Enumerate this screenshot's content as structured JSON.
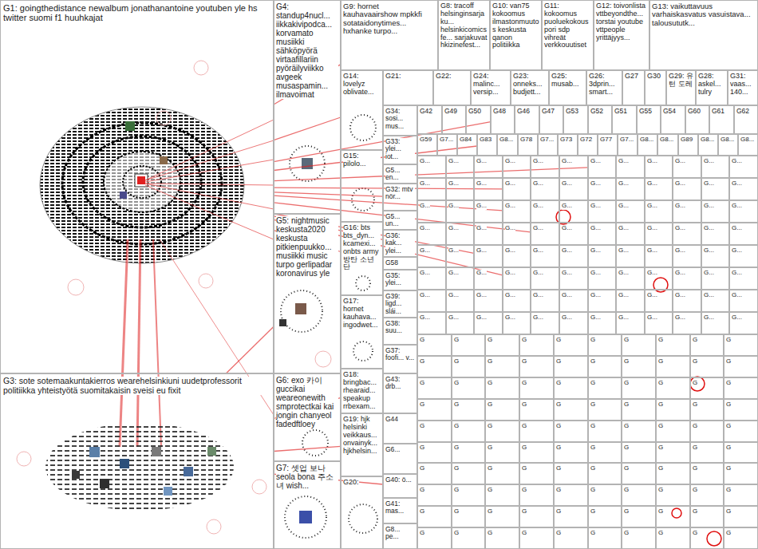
{
  "diagram": {
    "nodes": [
      {
        "text": [
          "G1: goingthedistance newalbum jonathanantoine youtuben yle hs twitter suomi f1 huuhkajat"
        ]
      },
      {
        "text": [
          "G3: sote sotemaakuntakierros wearehelsinkiuni uudetprofessorit politiikka yhteistyötä suomitakaisin sveisi eu fixit"
        ]
      },
      {
        "text": [
          "G4: standup4nucl... iikkakivipodca... korvamato musiikki sähköpyörä virtaafillariin pyöräilyviikko avgeek musaspamin... ilmavoimat"
        ]
      },
      {
        "text": [
          "G5: nightmusic keskusta2020 keskusta pitkienpuukko... musiikki music turpo gerlipadar koronavirus yle"
        ]
      },
      {
        "text": [
          "G6: exo 카이 guccikai weareonewith smprotectkai kai jongin chanyeol fadedftloey"
        ]
      },
      {
        "text": [
          "G7: 셋업 보나 seola bona 주소녀 wish..."
        ]
      },
      {
        "text": [
          "G9: hornet kauhavaairshow mpkkfi sotataidonytimes... hxhanke turpo..."
        ]
      },
      {
        "text": [
          "G8: tracoff helsinginsarjaku... helsinkicomicsfe... sarjakuvat hkizinefest..."
        ]
      },
      {
        "text": [
          "G10: van75 kokoomus ilmastonmuutos keskusta qanon politiikka"
        ]
      },
      {
        "text": [
          "G11: kokoomus puoluekokous pori sdp vihreät verkkouutiset"
        ]
      },
      {
        "text": [
          "G12: toivonlista vttbeyondthe... torstai youtube vttpeople yrittäjyys..."
        ]
      },
      {
        "text": [
          "G13: vaikuttavuus varhaiskasvatus vasuistava... talousututk..."
        ]
      },
      {
        "text": [
          "G14: lovelyz oblivate..."
        ]
      },
      {
        "text": [
          "G15: pilolo..."
        ]
      },
      {
        "text": [
          "G16: bts bts_dyn... kcamexi... onbts army 방탄 소년단"
        ]
      },
      {
        "text": [
          "G17: hornet kauhava... ingodwet..."
        ]
      },
      {
        "text": [
          "G18: bringbac... rhearaid... speakup rrbexam..."
        ]
      },
      {
        "text": [
          "G19: hjk helsinki veikkaus... onvainyk... hjkhelsin..."
        ]
      },
      {
        "text": [
          "G20:"
        ]
      },
      {
        "text": [
          "G21:"
        ]
      },
      {
        "text": [
          "G22:"
        ]
      },
      {
        "text": [
          "G24: malinc... versip..."
        ]
      },
      {
        "text": [
          "G23: onneks... budjett..."
        ]
      },
      {
        "text": [
          "G25: musab..."
        ]
      },
      {
        "text": [
          "G26: 3dprin... smart..."
        ]
      },
      {
        "text": [
          "G27"
        ]
      },
      {
        "text": [
          "G30"
        ]
      },
      {
        "text": [
          "G29: 유턴 도레"
        ]
      },
      {
        "text": [
          "G28: askel... tulry"
        ]
      },
      {
        "text": [
          "G31: vaas... 140..."
        ]
      },
      {
        "text": [
          "G34: sosi... mus..."
        ]
      },
      {
        "text": [
          "G33: ylei... iot..."
        ]
      },
      {
        "text": [
          "G5... en..."
        ]
      },
      {
        "text": [
          "G32: mtv nör..."
        ]
      },
      {
        "text": [
          "G5... un..."
        ]
      },
      {
        "text": [
          "G36: kak... ylei..."
        ]
      },
      {
        "text": [
          "G58"
        ]
      },
      {
        "text": [
          "G35: ylei..."
        ]
      },
      {
        "text": [
          "G39: ligd... slái..."
        ]
      },
      {
        "text": [
          "G38: suu..."
        ]
      },
      {
        "text": [
          "G37: foofi... v..."
        ]
      },
      {
        "text": [
          "G43: drb..."
        ]
      },
      {
        "text": [
          "G44"
        ]
      },
      {
        "text": [
          "G6..."
        ]
      },
      {
        "text": [
          "G40: ö..."
        ]
      },
      {
        "text": [
          "G41: mas..."
        ]
      },
      {
        "text": [
          "G8... pe..."
        ]
      },
      {
        "text": [
          "G42"
        ]
      },
      {
        "text": [
          "G49"
        ]
      },
      {
        "text": [
          "G50"
        ]
      },
      {
        "text": [
          "G48"
        ]
      },
      {
        "text": [
          "G46"
        ]
      },
      {
        "text": [
          "G47"
        ]
      },
      {
        "text": [
          "G53"
        ]
      },
      {
        "text": [
          "G52"
        ]
      },
      {
        "text": [
          "G51"
        ]
      },
      {
        "text": [
          "G55"
        ]
      },
      {
        "text": [
          "G54"
        ]
      },
      {
        "text": [
          "G60"
        ]
      },
      {
        "text": [
          "G61"
        ]
      },
      {
        "text": [
          "G62"
        ]
      },
      {
        "text": [
          "G59"
        ]
      },
      {
        "text": [
          "G7..."
        ]
      },
      {
        "text": [
          "G84"
        ]
      },
      {
        "text": [
          "G83"
        ]
      },
      {
        "text": [
          "G8..."
        ]
      },
      {
        "text": [
          "G78"
        ]
      },
      {
        "text": [
          "G7..."
        ]
      },
      {
        "text": [
          "G73"
        ]
      },
      {
        "text": [
          "G72"
        ]
      },
      {
        "text": [
          "G77"
        ]
      },
      {
        "text": [
          "G7..."
        ]
      },
      {
        "text": [
          "G8..."
        ]
      },
      {
        "text": [
          "G8..."
        ]
      },
      {
        "text": [
          "G89"
        ]
      },
      {
        "text": [
          "G8..."
        ]
      },
      {
        "text": [
          "G8..."
        ]
      },
      {
        "text": [
          "G8..."
        ]
      },
      {
        "text": [
          "G..."
        ]
      },
      {
        "text": [
          "G..."
        ]
      },
      {
        "text": [
          "G..."
        ]
      },
      {
        "text": [
          "G..."
        ]
      },
      {
        "text": [
          "G..."
        ]
      },
      {
        "text": [
          "G..."
        ]
      },
      {
        "text": [
          "G..."
        ]
      },
      {
        "text": [
          "G..."
        ]
      },
      {
        "text": [
          "G..."
        ]
      },
      {
        "text": [
          "G..."
        ]
      },
      {
        "text": [
          "G..."
        ]
      },
      {
        "text": [
          "G..."
        ]
      },
      {
        "text": [
          "G..."
        ]
      },
      {
        "text": [
          "G..."
        ]
      },
      {
        "text": [
          "G..."
        ]
      },
      {
        "text": [
          "G..."
        ]
      },
      {
        "text": [
          "G..."
        ]
      },
      {
        "text": [
          "G..."
        ]
      },
      {
        "text": [
          "G..."
        ]
      },
      {
        "text": [
          "G..."
        ]
      },
      {
        "text": [
          "G..."
        ]
      },
      {
        "text": [
          "G..."
        ]
      },
      {
        "text": [
          "G..."
        ]
      },
      {
        "text": [
          "G..."
        ]
      },
      {
        "text": [
          "G..."
        ]
      },
      {
        "text": [
          "G..."
        ]
      },
      {
        "text": [
          "G..."
        ]
      },
      {
        "text": [
          "G..."
        ]
      },
      {
        "text": [
          "G..."
        ]
      },
      {
        "text": [
          "G..."
        ]
      },
      {
        "text": [
          "G..."
        ]
      },
      {
        "text": [
          "G..."
        ]
      },
      {
        "text": [
          "G..."
        ]
      },
      {
        "text": [
          "G..."
        ]
      },
      {
        "text": [
          "G..."
        ]
      },
      {
        "text": [
          "G..."
        ]
      },
      {
        "text": [
          "G..."
        ]
      },
      {
        "text": [
          "G..."
        ]
      },
      {
        "text": [
          "G..."
        ]
      },
      {
        "text": [
          "G..."
        ]
      },
      {
        "text": [
          "G..."
        ]
      },
      {
        "text": [
          "G..."
        ]
      },
      {
        "text": [
          "G..."
        ]
      },
      {
        "text": [
          "G..."
        ]
      },
      {
        "text": [
          "G..."
        ]
      },
      {
        "text": [
          "G..."
        ]
      },
      {
        "text": [
          "G..."
        ]
      },
      {
        "text": [
          "G..."
        ]
      },
      {
        "text": [
          "G..."
        ]
      },
      {
        "text": [
          "G..."
        ]
      },
      {
        "text": [
          "G..."
        ]
      },
      {
        "text": [
          "G..."
        ]
      },
      {
        "text": [
          "G..."
        ]
      },
      {
        "text": [
          "G..."
        ]
      },
      {
        "text": [
          "G..."
        ]
      },
      {
        "text": [
          "G..."
        ]
      },
      {
        "text": [
          "G..."
        ]
      },
      {
        "text": [
          "G..."
        ]
      },
      {
        "text": [
          "G..."
        ]
      },
      {
        "text": [
          "G..."
        ]
      },
      {
        "text": [
          "G..."
        ]
      },
      {
        "text": [
          "G..."
        ]
      },
      {
        "text": [
          "G..."
        ]
      },
      {
        "text": [
          "G..."
        ]
      },
      {
        "text": [
          "G..."
        ]
      },
      {
        "text": [
          "G..."
        ]
      },
      {
        "text": [
          "G..."
        ]
      },
      {
        "text": [
          "G..."
        ]
      },
      {
        "text": [
          "G..."
        ]
      },
      {
        "text": [
          "G..."
        ]
      },
      {
        "text": [
          "G..."
        ]
      },
      {
        "text": [
          "G..."
        ]
      },
      {
        "text": [
          "G..."
        ]
      },
      {
        "text": [
          "G..."
        ]
      },
      {
        "text": [
          "G..."
        ]
      },
      {
        "text": [
          "G..."
        ]
      },
      {
        "text": [
          "G..."
        ]
      },
      {
        "text": [
          "G..."
        ]
      },
      {
        "text": [
          "G..."
        ]
      },
      {
        "text": [
          "G..."
        ]
      },
      {
        "text": [
          "G..."
        ]
      },
      {
        "text": [
          "G..."
        ]
      },
      {
        "text": [
          "G..."
        ]
      },
      {
        "text": [
          "G..."
        ]
      },
      {
        "text": [
          "G..."
        ]
      },
      {
        "text": [
          "G..."
        ]
      },
      {
        "text": [
          "G..."
        ]
      },
      {
        "text": [
          "G..."
        ]
      },
      {
        "text": [
          "G..."
        ]
      },
      {
        "text": [
          "G..."
        ]
      },
      {
        "text": [
          "G..."
        ]
      },
      {
        "text": [
          "G..."
        ]
      },
      {
        "text": [
          "G..."
        ]
      },
      {
        "text": [
          "G..."
        ]
      },
      {
        "text": [
          "G..."
        ]
      },
      {
        "text": [
          "G..."
        ]
      },
      {
        "text": [
          "G"
        ]
      },
      {
        "text": [
          "G"
        ]
      },
      {
        "text": [
          "G"
        ]
      },
      {
        "text": [
          "G"
        ]
      },
      {
        "text": [
          "G"
        ]
      },
      {
        "text": [
          "G"
        ]
      },
      {
        "text": [
          "G"
        ]
      },
      {
        "text": [
          "G"
        ]
      },
      {
        "text": [
          "G"
        ]
      },
      {
        "text": [
          "G"
        ]
      },
      {
        "text": [
          "G"
        ]
      },
      {
        "text": [
          "G"
        ]
      },
      {
        "text": [
          "G"
        ]
      },
      {
        "text": [
          "G"
        ]
      },
      {
        "text": [
          "G"
        ]
      },
      {
        "text": [
          "G"
        ]
      },
      {
        "text": [
          "G"
        ]
      },
      {
        "text": [
          "G"
        ]
      },
      {
        "text": [
          "G"
        ]
      },
      {
        "text": [
          "G"
        ]
      },
      {
        "text": [
          "G"
        ]
      },
      {
        "text": [
          "G"
        ]
      },
      {
        "text": [
          "G"
        ]
      },
      {
        "text": [
          "G"
        ]
      },
      {
        "text": [
          "G"
        ]
      },
      {
        "text": [
          "G"
        ]
      },
      {
        "text": [
          "G"
        ]
      },
      {
        "text": [
          "G"
        ]
      },
      {
        "text": [
          "G"
        ]
      },
      {
        "text": [
          "G"
        ]
      },
      {
        "text": [
          "G"
        ]
      },
      {
        "text": [
          "G"
        ]
      },
      {
        "text": [
          "G"
        ]
      },
      {
        "text": [
          "G"
        ]
      },
      {
        "text": [
          "G"
        ]
      },
      {
        "text": [
          "G"
        ]
      },
      {
        "text": [
          "G"
        ]
      },
      {
        "text": [
          "G"
        ]
      },
      {
        "text": [
          "G"
        ]
      },
      {
        "text": [
          "G"
        ]
      },
      {
        "text": [
          "G"
        ]
      },
      {
        "text": [
          "G"
        ]
      },
      {
        "text": [
          "G"
        ]
      },
      {
        "text": [
          "G"
        ]
      },
      {
        "text": [
          "G"
        ]
      },
      {
        "text": [
          "G"
        ]
      },
      {
        "text": [
          "G"
        ]
      },
      {
        "text": [
          "G"
        ]
      },
      {
        "text": [
          "G"
        ]
      },
      {
        "text": [
          "G"
        ]
      },
      {
        "text": [
          "G"
        ]
      },
      {
        "text": [
          "G"
        ]
      },
      {
        "text": [
          "G"
        ]
      },
      {
        "text": [
          "G"
        ]
      },
      {
        "text": [
          "G"
        ]
      },
      {
        "text": [
          "G"
        ]
      },
      {
        "text": [
          "G"
        ]
      },
      {
        "text": [
          "G"
        ]
      },
      {
        "text": [
          "G"
        ]
      },
      {
        "text": [
          "G"
        ]
      },
      {
        "text": [
          "G"
        ]
      },
      {
        "text": [
          "G"
        ]
      },
      {
        "text": [
          "G"
        ]
      },
      {
        "text": [
          "G"
        ]
      },
      {
        "text": [
          "G"
        ]
      },
      {
        "text": [
          "G"
        ]
      },
      {
        "text": [
          "G"
        ]
      },
      {
        "text": [
          "G"
        ]
      },
      {
        "text": [
          "G"
        ]
      },
      {
        "text": [
          "G"
        ]
      },
      {
        "text": [
          "G"
        ]
      },
      {
        "text": [
          "G"
        ]
      },
      {
        "text": [
          "G"
        ]
      },
      {
        "text": [
          "G"
        ]
      },
      {
        "text": [
          "G"
        ]
      },
      {
        "text": [
          "G"
        ]
      },
      {
        "text": [
          "G"
        ]
      },
      {
        "text": [
          "G"
        ]
      },
      {
        "text": [
          "G"
        ]
      },
      {
        "text": [
          "G"
        ]
      },
      {
        "text": [
          "G"
        ]
      },
      {
        "text": [
          "G"
        ]
      },
      {
        "text": [
          "G"
        ]
      },
      {
        "text": [
          "G"
        ]
      },
      {
        "text": [
          "G"
        ]
      },
      {
        "text": [
          "G"
        ]
      },
      {
        "text": [
          "G"
        ]
      },
      {
        "text": [
          "G"
        ]
      },
      {
        "text": [
          "G"
        ]
      },
      {
        "text": [
          "G"
        ]
      },
      {
        "text": [
          "G"
        ]
      },
      {
        "text": [
          "G"
        ]
      },
      {
        "text": [
          "G"
        ]
      },
      {
        "text": [
          "G"
        ]
      },
      {
        "text": [
          "G"
        ]
      },
      {
        "text": [
          "G"
        ]
      },
      {
        "text": [
          "G"
        ]
      },
      {
        "text": [
          "G"
        ]
      },
      {
        "text": [
          "G"
        ]
      },
      {
        "text": [
          "G"
        ]
      }
    ],
    "edges": [
      {
        "from": 0,
        "to": 6,
        "arrow": "none"
      },
      {
        "from": 0,
        "to": 12,
        "arrow": "none"
      },
      {
        "from": 0,
        "to": 14,
        "arrow": "none"
      },
      {
        "from": 0,
        "to": 33,
        "arrow": "none"
      },
      {
        "from": 0,
        "to": 35,
        "arrow": "none"
      },
      {
        "from": 0,
        "to": 50,
        "arrow": "none"
      },
      {
        "from": 0,
        "to": 64,
        "arrow": "none"
      },
      {
        "from": 0,
        "to": 84,
        "arrow": "none"
      },
      {
        "from": 0,
        "to": 93,
        "arrow": "none"
      },
      {
        "from": 0,
        "to": 105,
        "arrow": "none"
      },
      {
        "from": 0,
        "to": 118,
        "arrow": "none"
      },
      {
        "from": 0,
        "to": 128,
        "arrow": "none"
      },
      {
        "from": 0,
        "to": 141,
        "arrow": "none"
      },
      {
        "from": 1,
        "to": 3,
        "arrow": "none"
      },
      {
        "from": 1,
        "to": 16,
        "arrow": "none"
      },
      {
        "from": 1,
        "to": 17,
        "arrow": "none"
      },
      {
        "from": 1,
        "to": 44,
        "arrow": "none"
      }
    ]
  }
}
